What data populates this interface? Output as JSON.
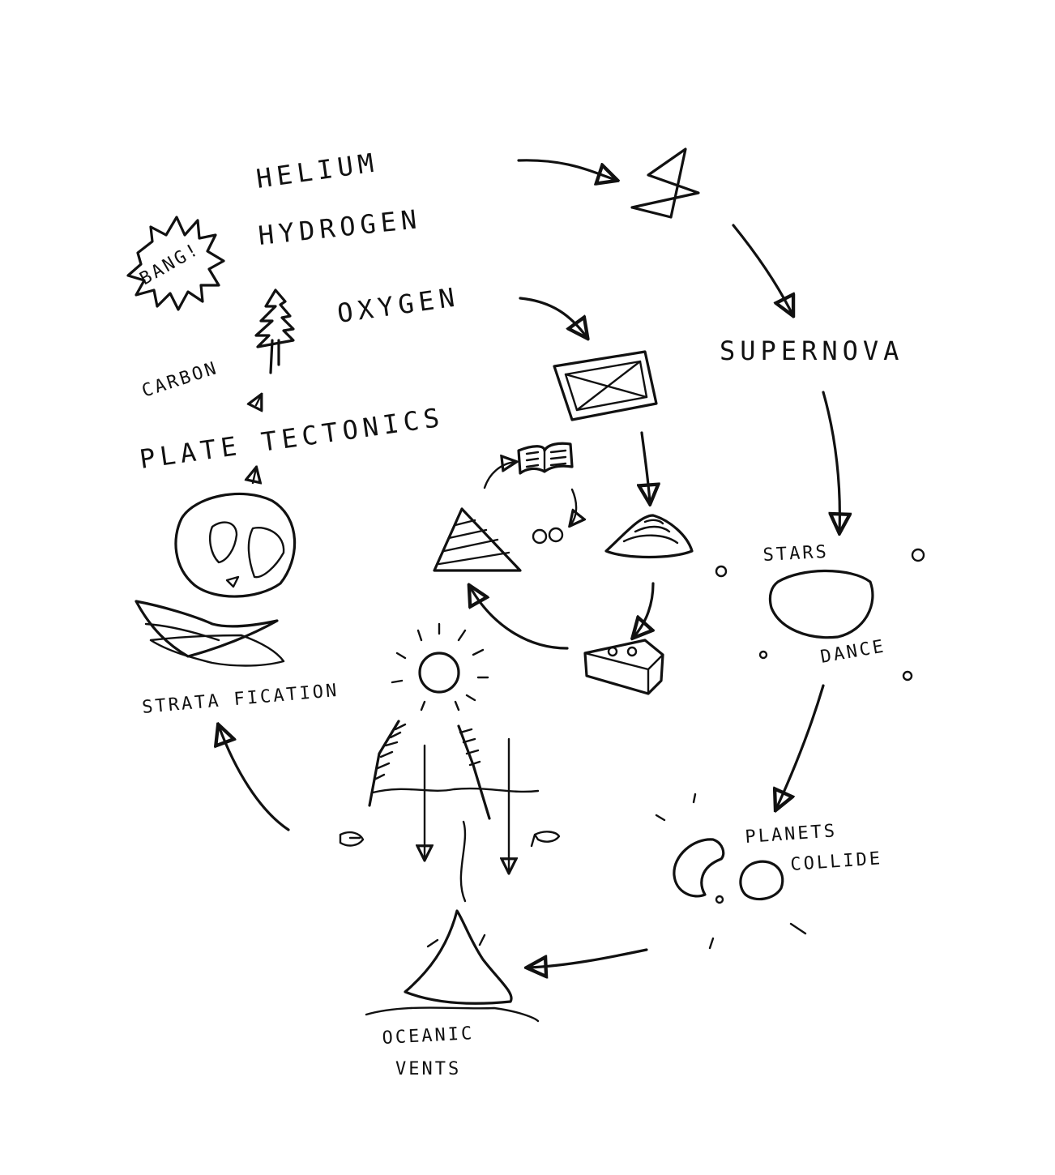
{
  "labels": {
    "helium": "HELIUM",
    "hydrogen": "HYDROGEN",
    "bang": "BANG!",
    "oxygen": "OXYGEN",
    "carbon": "CARBON",
    "plate_tectonics": "PLATE TECTONICS",
    "supernova": "SUPERNOVA",
    "stars": "STARS",
    "dance": "DANCE",
    "stratafication": "STRATA FICATION",
    "planets": "PLANETS",
    "collide": "COLLIDE",
    "oceanic": "OCEANIC",
    "vents": "VENTS"
  },
  "icons": [
    "bang-burst-icon",
    "star-icon",
    "pine-tree-icon",
    "crossed-box-icon",
    "book-icon",
    "striped-pyramid-icon",
    "layered-mound-icon",
    "brick-icon",
    "earth-globe-icon",
    "sun-icon",
    "planets-icon",
    "undersea-vent-icon"
  ],
  "ink_color": "#111111"
}
